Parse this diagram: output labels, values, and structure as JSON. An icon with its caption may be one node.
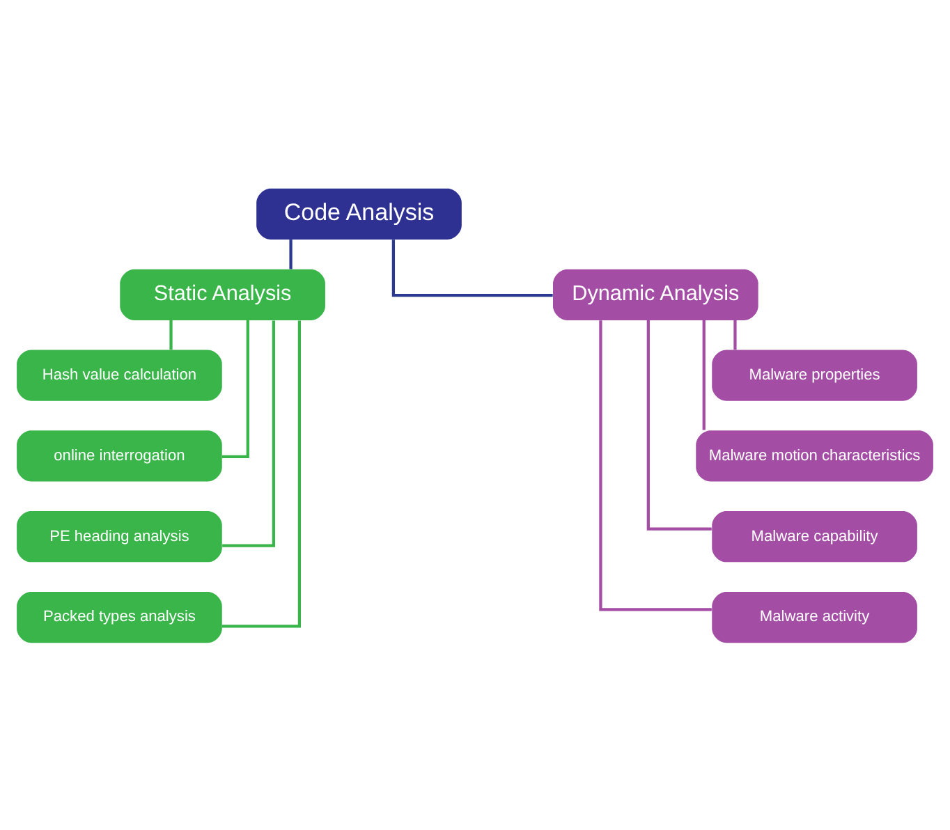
{
  "diagram": {
    "nodes": [
      {
        "text": [
          "Code Analysis"
        ]
      },
      {
        "text": [
          "Static Analysis"
        ]
      },
      {
        "text": [
          "Dynamic Analysis"
        ]
      },
      {
        "text": [
          "Hash value calculation"
        ]
      },
      {
        "text": [
          "online interrogation"
        ]
      },
      {
        "text": [
          "PE heading analysis"
        ]
      },
      {
        "text": [
          "Packed types analysis"
        ]
      },
      {
        "text": [
          "Malware properties"
        ]
      },
      {
        "text": [
          "Malware motion characteristics"
        ]
      },
      {
        "text": [
          "Malware capability"
        ]
      },
      {
        "text": [
          "Malware activity"
        ]
      }
    ],
    "edges": [
      {
        "from": 0,
        "to": 1,
        "arrow": "none",
        "color": "#2b3990"
      },
      {
        "from": 0,
        "to": 2,
        "arrow": "none",
        "color": "#2b3990"
      },
      {
        "from": 1,
        "to": 3,
        "arrow": "none",
        "color": "#39b54a"
      },
      {
        "from": 1,
        "to": 4,
        "arrow": "none",
        "color": "#39b54a"
      },
      {
        "from": 1,
        "to": 5,
        "arrow": "none",
        "color": "#39b54a"
      },
      {
        "from": 1,
        "to": 6,
        "arrow": "none",
        "color": "#39b54a"
      },
      {
        "from": 2,
        "to": 7,
        "arrow": "none",
        "color": "#a34da5"
      },
      {
        "from": 2,
        "to": 8,
        "arrow": "none",
        "color": "#a34da5"
      },
      {
        "from": 2,
        "to": 9,
        "arrow": "none",
        "color": "#a34da5"
      },
      {
        "from": 2,
        "to": 10,
        "arrow": "none",
        "color": "#a34da5"
      }
    ]
  }
}
